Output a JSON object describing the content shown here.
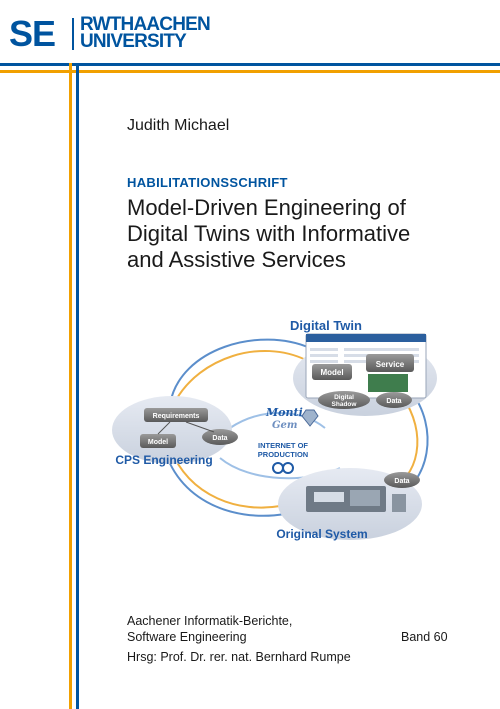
{
  "header": {
    "chair_logo": "SE",
    "university_line1": "RWTHAACHEN",
    "university_line2": "UNIVERSITY"
  },
  "author": "Judith Michael",
  "doc_type": "HABILITATIONSSCHRIFT",
  "title_lines": [
    "Model-Driven Engineering of",
    "Digital Twins with Informative",
    "and Assistive Services"
  ],
  "diagram": {
    "digital_twin": "Digital Twin",
    "service": "Service",
    "model": "Model",
    "digital_shadow_1": "Digital",
    "digital_shadow_2": "Shadow",
    "data": "Data",
    "requirements": "Requirements",
    "cps_engineering": "CPS Engineering",
    "original_system": "Original System",
    "montigem_1": "Monti",
    "montigem_2": "Gem",
    "iop_1": "INTERNET OF",
    "iop_2": "PRODUCTION"
  },
  "series_line1": "Aachener Informatik-Berichte,",
  "series_line2": "Software Engineering",
  "volume": "Band 60",
  "editor": "Hrsg:  Prof. Dr. rer. nat. Bernhard Rumpe",
  "colors": {
    "rwth_blue": "#00549f",
    "rwth_orange": "#f1a000",
    "diagram_text_blue": "#1f5aa6"
  }
}
